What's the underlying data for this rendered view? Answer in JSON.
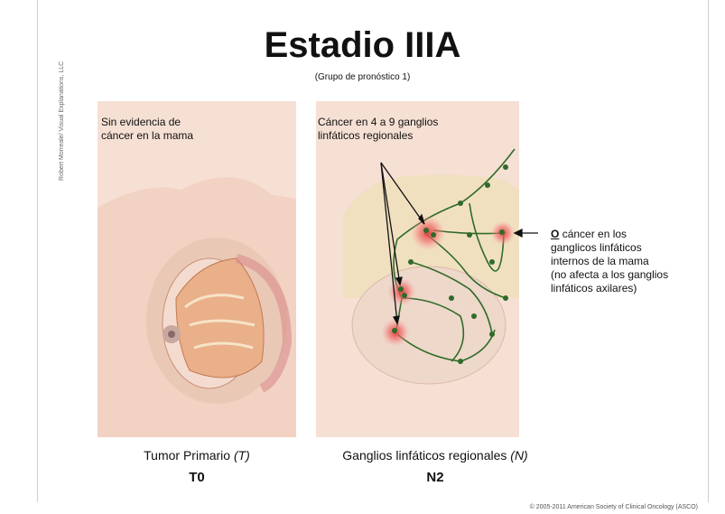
{
  "header": {
    "title": "Estadio IIIA",
    "subtitle": "(Grupo de pronóstico 1)"
  },
  "credit": "Robert Morreale/ Visual Explanations, LLC",
  "left_panel": {
    "note": [
      "Sin evidencia de",
      "cáncer en la mama"
    ],
    "caption": "Tumor Primario",
    "caption_italic": "(T)",
    "stage": "T0"
  },
  "right_panel": {
    "note": [
      "Cáncer en 4 a 9 ganglios",
      "linfáticos regionales"
    ],
    "alt_note": {
      "lead": "O",
      "lines": [
        "cáncer en los",
        "ganglicos linfáticos",
        "internos de la mama",
        "(no afecta a los ganglios",
        "linfáticos axilares)"
      ]
    },
    "caption": "Ganglios linfáticos regionales",
    "caption_italic": "(N)",
    "stage": "N2"
  },
  "copyright": "© 2005-2011 American Society of Clinical Oncology (ASCO)",
  "colors": {
    "skin": "#f6e0d4",
    "skin_shade": "#eac8b6",
    "tissue": "#e9b08a",
    "lymph": "#2f6b2a",
    "tumor": "#e23b3b"
  }
}
